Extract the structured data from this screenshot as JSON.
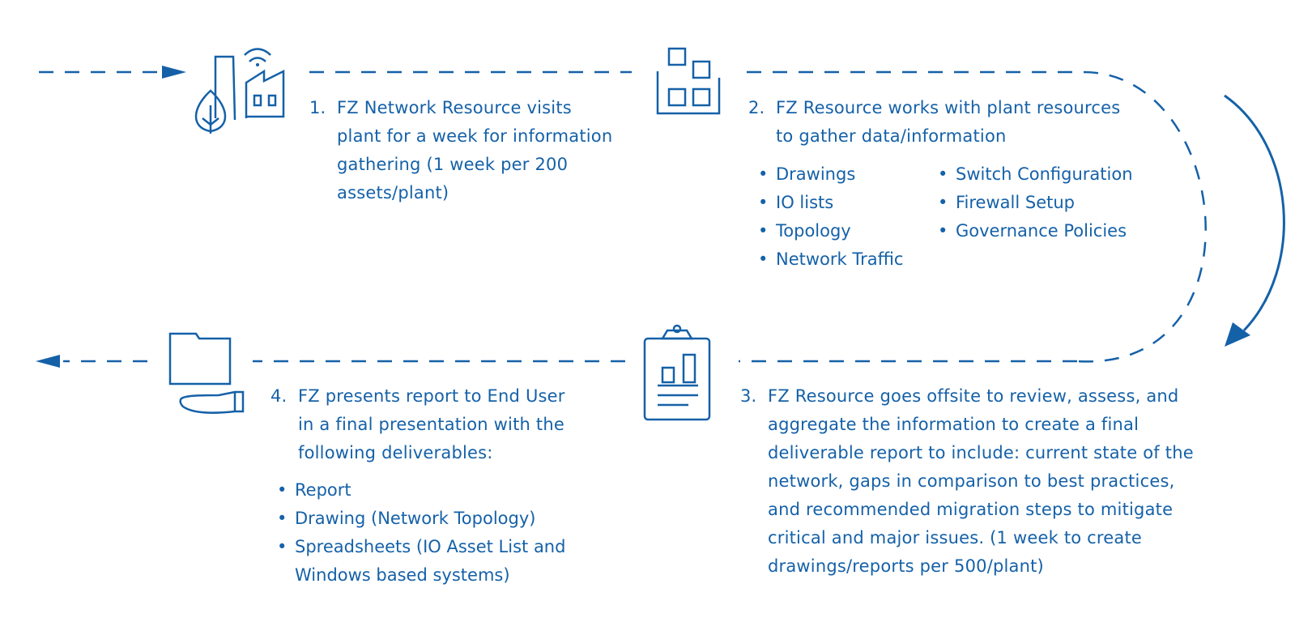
{
  "accent_color": "#1561a8",
  "steps": [
    {
      "number": "1.",
      "text": "FZ Network Resource visits plant for a week for information gathering (1 week per 200 assets/plant)",
      "icon": "factory-leaf-wifi-icon"
    },
    {
      "number": "2.",
      "text": "FZ Resource works with plant resources to gather data/information",
      "icon": "building-blocks-icon",
      "bullets_left": [
        "Drawings",
        "IO lists",
        "Topology",
        "Network Traffic"
      ],
      "bullets_right": [
        "Switch Configuration",
        "Firewall Setup",
        "Governance Policies"
      ]
    },
    {
      "number": "3.",
      "text": "FZ Resource goes offsite to review, assess, and aggregate the information to create a final deliverable report to include: current state of the network, gaps in comparison to best practices, and recommended migration steps to mitigate critical and major issues. (1 week to create drawings/reports per 500/plant)",
      "icon": "clipboard-chart-icon"
    },
    {
      "number": "4.",
      "text": "FZ presents report to End User in a final presentation with the following deliverables:",
      "icon": "folder-hand-icon",
      "bullets": [
        "Report",
        "Drawing (Network Topology)",
        "Spreadsheets (IO Asset List and Windows based systems)"
      ]
    }
  ]
}
